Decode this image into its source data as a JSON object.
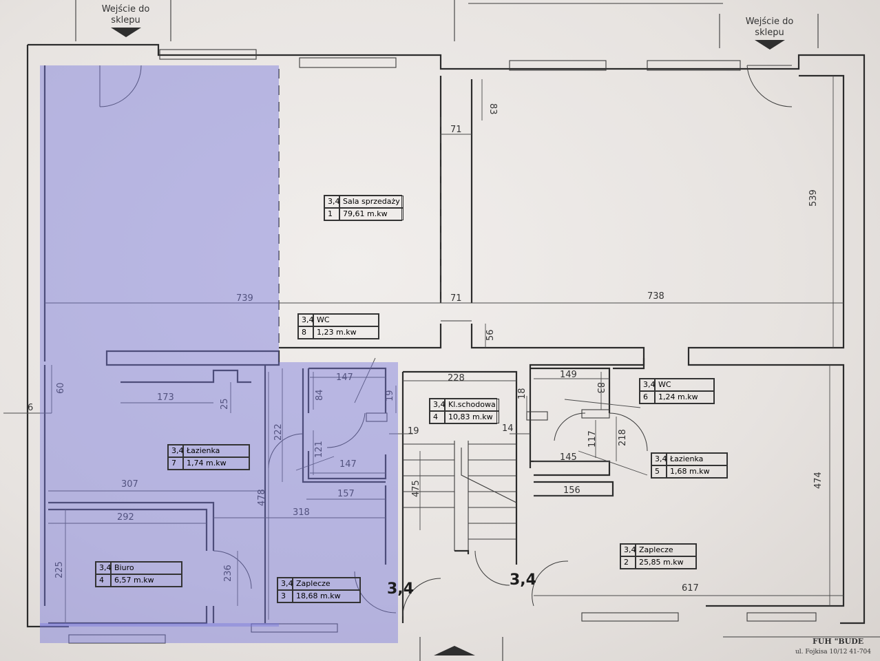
{
  "entrances": {
    "left": "Wejście do sklepu",
    "right": "Wejście do sklepu"
  },
  "rooms": [
    {
      "id": "sala",
      "code": "3,4",
      "no": "1",
      "name": "Sala sprzedaży",
      "area": "79,61 m.kw"
    },
    {
      "id": "wc8",
      "code": "3,4",
      "no": "8",
      "name": "WC",
      "area": "1,23 m.kw"
    },
    {
      "id": "schody",
      "code": "3,4",
      "no": "4",
      "name": "Kl.schodowa",
      "area": "10,83 m.kw"
    },
    {
      "id": "wc6",
      "code": "3,4",
      "no": "6",
      "name": "WC",
      "area": "1,24 m.kw"
    },
    {
      "id": "laz7",
      "code": "3,4",
      "no": "7",
      "name": "Łazienka",
      "area": "1,74 m.kw"
    },
    {
      "id": "laz5",
      "code": "3,4",
      "no": "5",
      "name": "Łazienka",
      "area": "1,68 m.kw"
    },
    {
      "id": "biuro",
      "code": "3,4",
      "no": "4",
      "name": "Biuro",
      "area": "6,57 m.kw"
    },
    {
      "id": "zap3",
      "code": "3,4",
      "no": "3",
      "name": "Zaplecze",
      "area": "18,68 m.kw"
    },
    {
      "id": "zap2",
      "code": "3,4",
      "no": "2",
      "name": "Zaplecze",
      "area": "25,85 m.kw"
    }
  ],
  "dimensions": {
    "d739": "739",
    "d71a": "71",
    "d738": "738",
    "d71b": "71",
    "d83a": "83",
    "d539": "539",
    "d56": "56",
    "d60": "60",
    "d173": "173",
    "d25": "25",
    "d222": "222",
    "d84": "84",
    "d147a": "147",
    "d19a": "19",
    "d121": "121",
    "d147b": "147",
    "d19b": "19",
    "d228": "228",
    "d14": "14",
    "d149": "149",
    "d83b": "83",
    "d18": "18",
    "d218": "218",
    "d117": "117",
    "d145": "145",
    "d307": "307",
    "d157": "157",
    "d478": "478",
    "d475": "475",
    "d156": "156",
    "d474": "474",
    "d292": "292",
    "d318": "318",
    "d225": "225",
    "d236": "236",
    "d617": "617",
    "d6": "6"
  },
  "codes": {
    "left": "3,4",
    "right": "3,4"
  },
  "stamp": {
    "title": "FUH \"BUDE",
    "address": "ul. Fojkisa 10/12  41-704"
  },
  "colors": {
    "highlight": "#7878dc",
    "ink": "#2b2b2b",
    "paper": "#efecea"
  }
}
